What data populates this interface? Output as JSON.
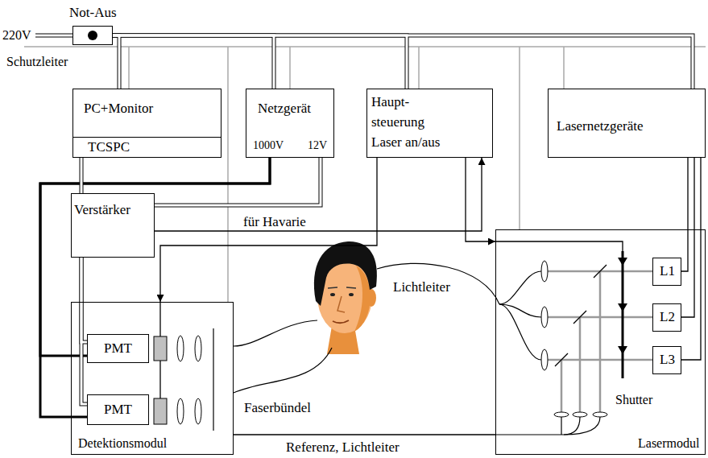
{
  "diagram": {
    "nodes": [
      {
        "text": [
          "Not-Aus"
        ]
      },
      {
        "text": [
          "PC+Monitor"
        ]
      },
      {
        "text": [
          "TCSPC"
        ],
        "in": 1
      },
      {
        "text": [
          "Netzgerät",
          "1000V",
          "12V"
        ]
      },
      {
        "text": [
          "Haupt- steuerung Laser an/aus"
        ]
      },
      {
        "text": [
          "Lasernetzgeräte"
        ]
      },
      {
        "text": [
          "Verstärker"
        ]
      },
      {
        "text": [
          "Detektionsmodul"
        ]
      },
      {
        "text": [
          "PMT"
        ],
        "in": 7
      },
      {
        "text": [
          "PMT"
        ],
        "in": 7
      },
      {
        "text": [
          "Lasermodul"
        ]
      },
      {
        "text": [
          "L1"
        ],
        "in": 10
      },
      {
        "text": [
          "L2"
        ],
        "in": 10
      },
      {
        "text": [
          "L3"
        ],
        "in": 10
      }
    ],
    "edges": [
      {
        "from": 0,
        "to": 1,
        "arrow": "none"
      },
      {
        "from": 0,
        "to": 3,
        "arrow": "none"
      },
      {
        "from": 0,
        "to": 4,
        "arrow": "none"
      },
      {
        "from": 0,
        "to": 5,
        "arrow": "none"
      },
      {
        "from": 3,
        "to": 8,
        "arrow": "none"
      },
      {
        "from": 3,
        "to": 9,
        "arrow": "none"
      },
      {
        "from": 3,
        "to": 6,
        "arrow": "none"
      },
      {
        "from": 2,
        "to": 6,
        "arrow": "none"
      },
      {
        "from": 6,
        "to": 8,
        "arrow": "none"
      },
      {
        "from": 6,
        "to": 9,
        "arrow": "none"
      },
      {
        "from": 6,
        "to": 4,
        "arrow": "to",
        "label": "für Havarie"
      },
      {
        "from": 4,
        "to": 7,
        "arrow": "to"
      },
      {
        "from": 4,
        "to": 10,
        "arrow": "to"
      },
      {
        "from": 5,
        "to": 11,
        "arrow": "none"
      },
      {
        "from": 5,
        "to": 12,
        "arrow": "none"
      },
      {
        "from": 5,
        "to": 13,
        "arrow": "none"
      },
      {
        "from": 10,
        "to": 7,
        "arrow": "none"
      }
    ],
    "labels": [
      "220V",
      "Schutzleiter",
      "Lichtleiter",
      "Faserbündel",
      "Shutter",
      "Referenz, Lichtleiter"
    ]
  }
}
